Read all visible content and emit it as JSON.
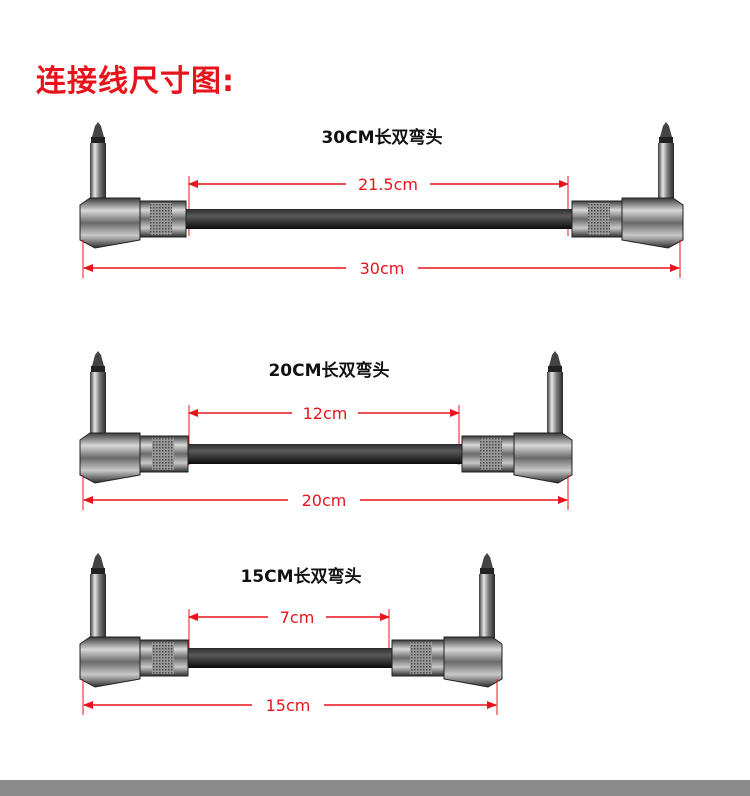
{
  "heading": "连接线尺寸图:",
  "colors": {
    "heading": "#e8141b",
    "dimension": "#e8141b",
    "cable": "#151515",
    "bar": "#8a8a8a"
  },
  "icons": [
    "right-angle-jack-plug-icon",
    "cable-icon"
  ],
  "cables": [
    {
      "title": "30CM长双弯头",
      "inner_label": "21.5cm",
      "overall_label": "30cm",
      "inner_value_cm": 21.5,
      "overall_value_cm": 30
    },
    {
      "title": "20CM长双弯头",
      "inner_label": "12cm",
      "overall_label": "20cm",
      "inner_value_cm": 12,
      "overall_value_cm": 20
    },
    {
      "title": "15CM长双弯头",
      "inner_label": "7cm",
      "overall_label": "15cm",
      "inner_value_cm": 7,
      "overall_value_cm": 15
    }
  ]
}
